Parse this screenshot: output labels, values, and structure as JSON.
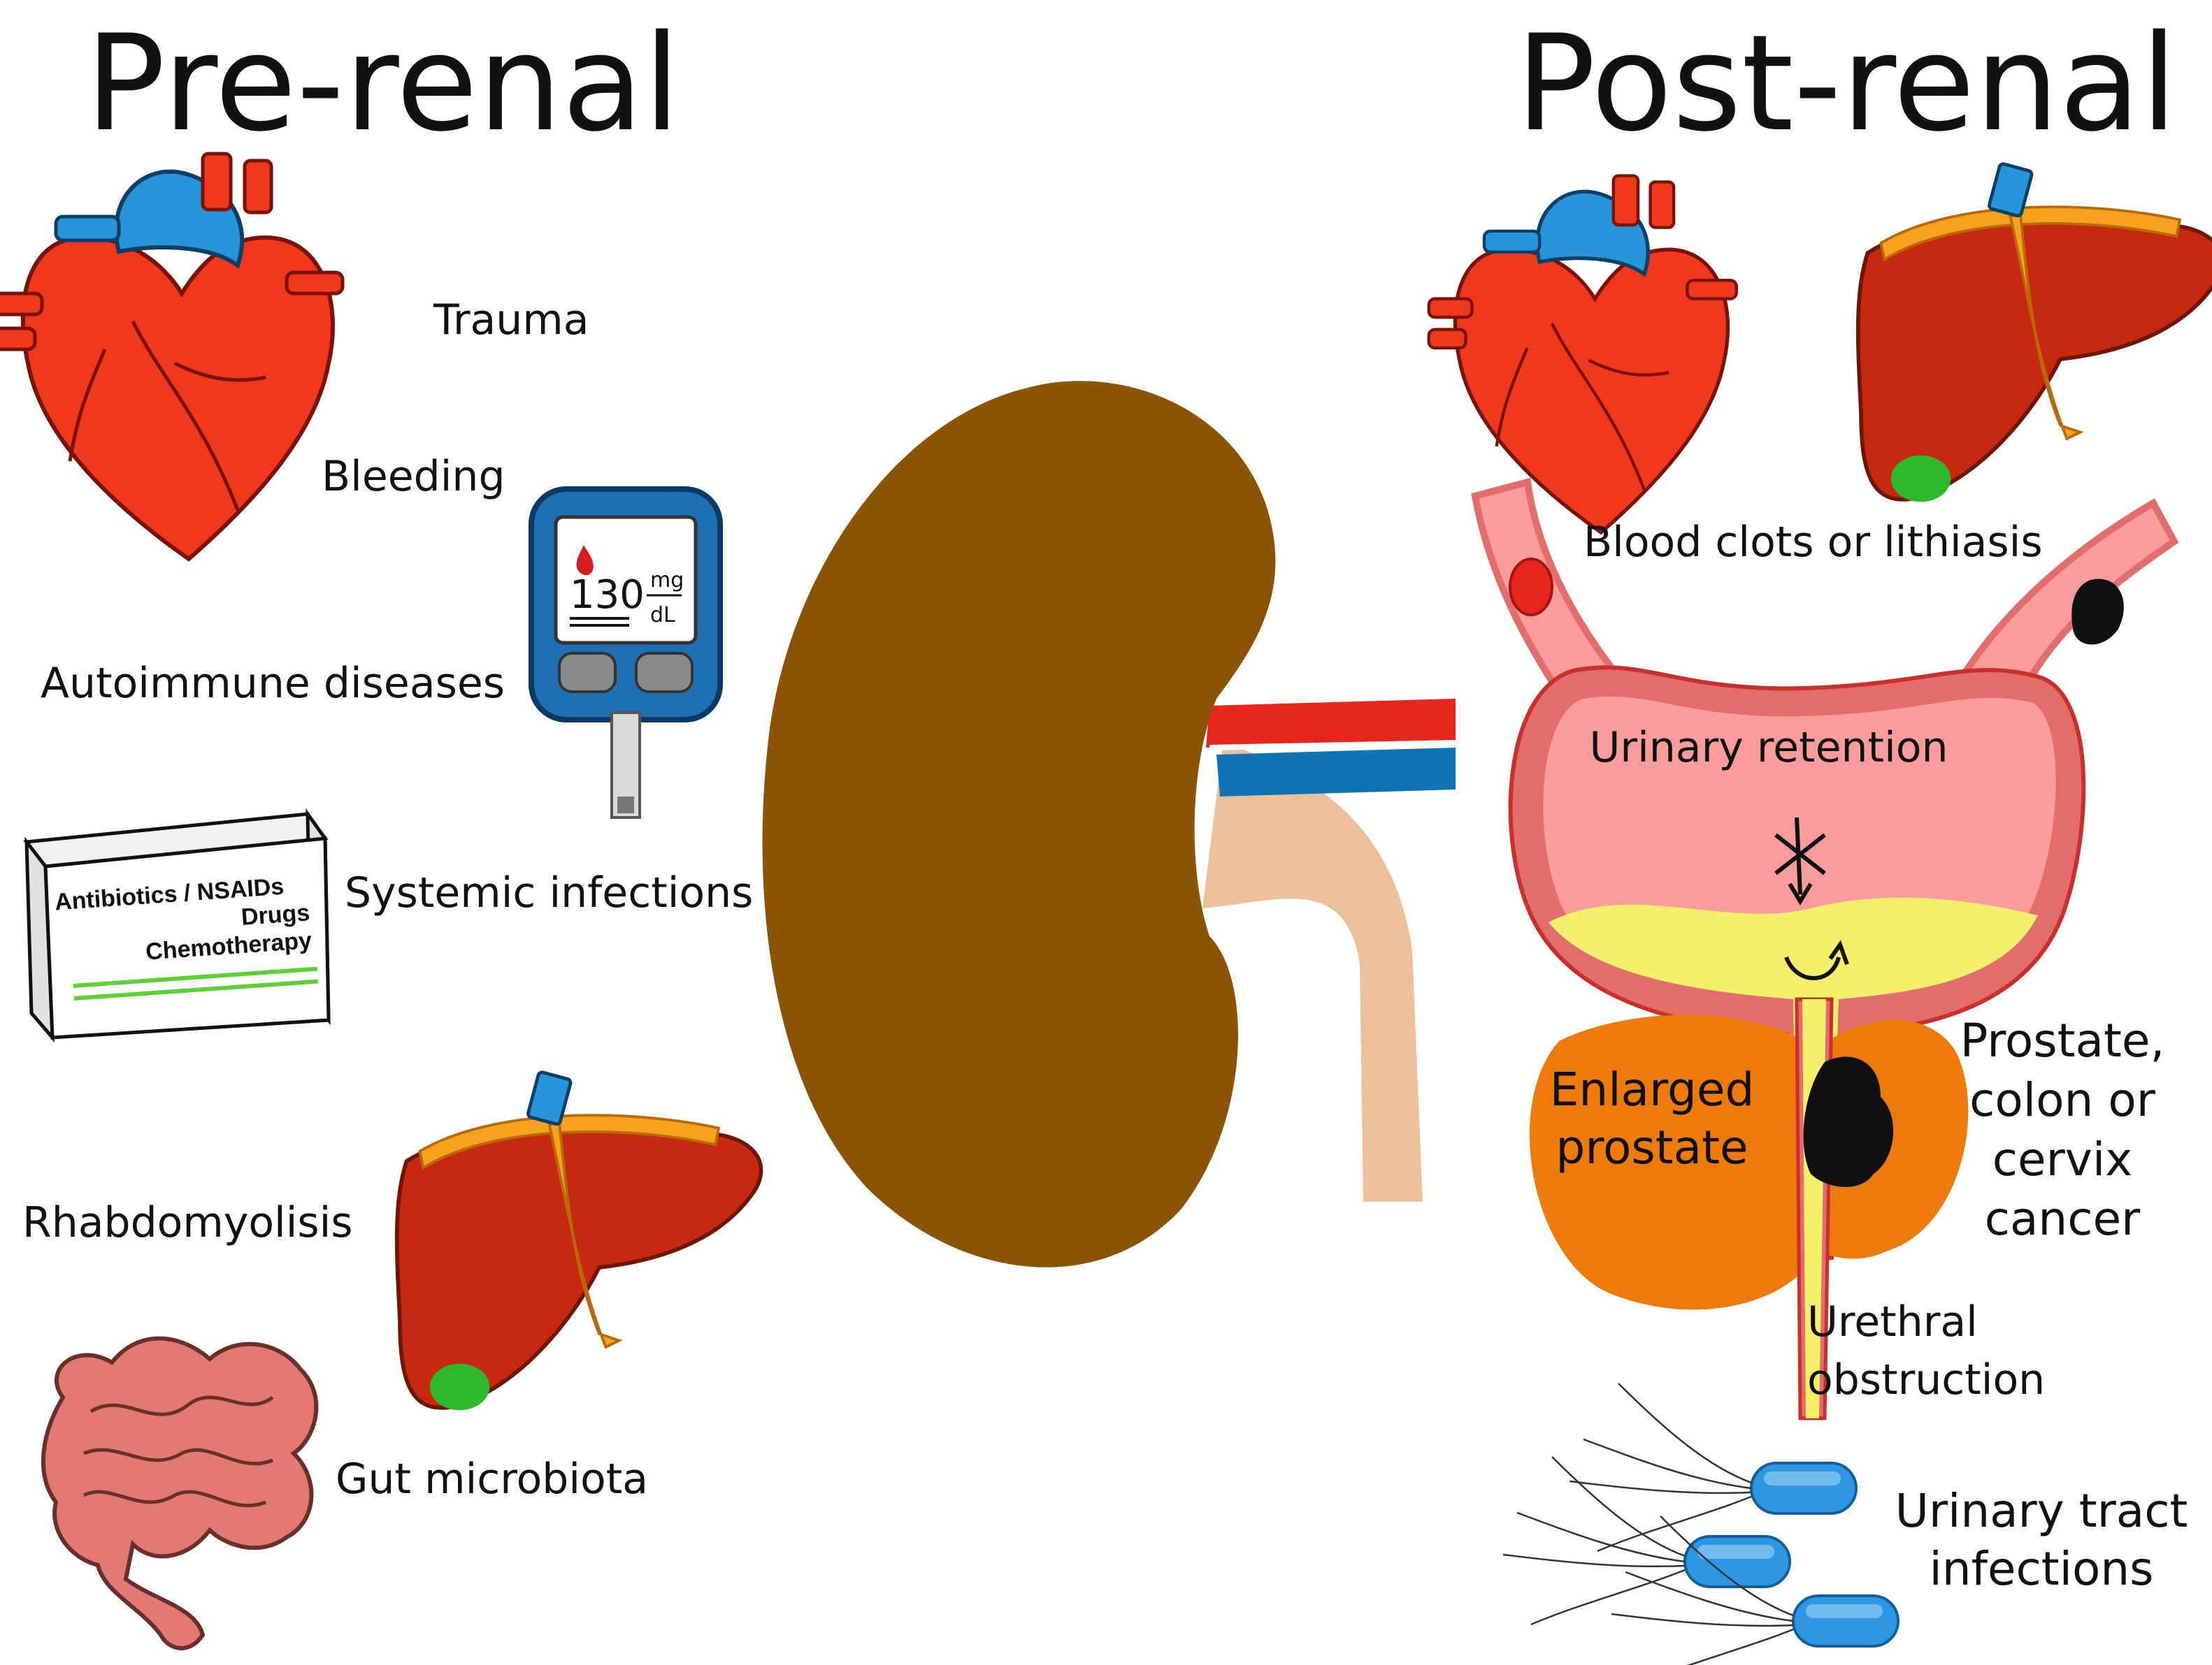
{
  "titles": {
    "left": "Pre-renal",
    "right": "Post-renal"
  },
  "prerenal": {
    "trauma": "Trauma",
    "bleeding": "Bleeding",
    "autoimmune": "Autoimmune diseases",
    "systemic": "Systemic infections",
    "rhabdo": "Rhabdomyolisis",
    "gut": "Gut microbiota",
    "glucometer": {
      "value": "130",
      "unit_top": "mg",
      "unit_bottom": "dL"
    },
    "drug_box": {
      "line1": "Antibiotics / NSAIDs",
      "line2": "Drugs",
      "line3": "Chemotherapy"
    }
  },
  "postrenal": {
    "clots": "Blood clots or lithiasis",
    "retention": "Urinary retention",
    "enlarged": [
      "Enlarged",
      "prostate"
    ],
    "cancer": [
      "Prostate,",
      "colon or",
      "cervix",
      "cancer"
    ],
    "urethral": [
      "Urethral",
      "obstruction"
    ],
    "uti": [
      "Urinary tract",
      "infections"
    ]
  },
  "colors": {
    "kidney": "#8B5402",
    "ureter": "#ECC199",
    "artery": "#E8261C",
    "vein": "#0F73B7",
    "heart": "#F0381E",
    "liver": "#C8290E",
    "bladder_wall": "#E36C6C",
    "bladder_inner": "#FB9C9C",
    "urine": "#F5EF6A",
    "prostate": "#EE7A0A",
    "bacteria": "#2E97E3",
    "intestine": "#E27A73"
  }
}
